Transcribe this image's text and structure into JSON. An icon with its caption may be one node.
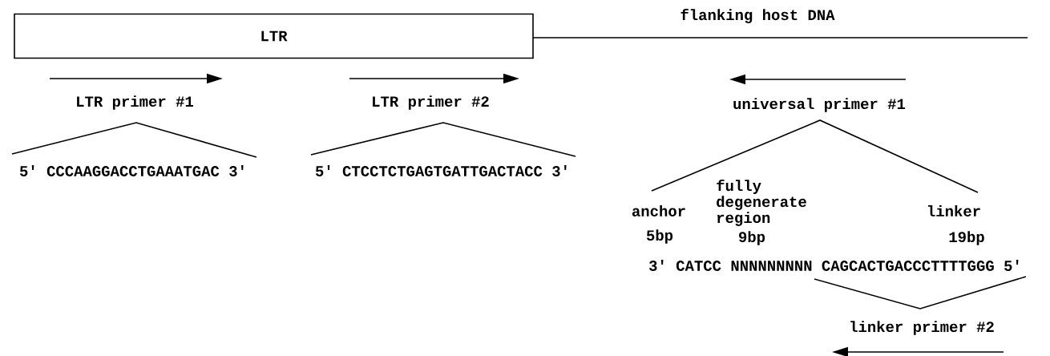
{
  "diagram": {
    "nodes": [
      {
        "text": [
          "LTR"
        ]
      }
    ],
    "labels": [
      "flanking host DNA",
      "LTR primer #1",
      "LTR primer #2",
      "universal primer #1",
      "5' CCCAAGGACCTGAAATGAC 3'",
      "5' CTCCTCTGAGTGATTGACTACC 3'",
      "anchor",
      "fully degenerate region",
      "linker",
      "5bp",
      "9bp",
      "19bp",
      "3' CATCC NNNNNNNNN CAGCACTGACCCTTTTGGG 5'",
      "linker primer #2"
    ]
  }
}
